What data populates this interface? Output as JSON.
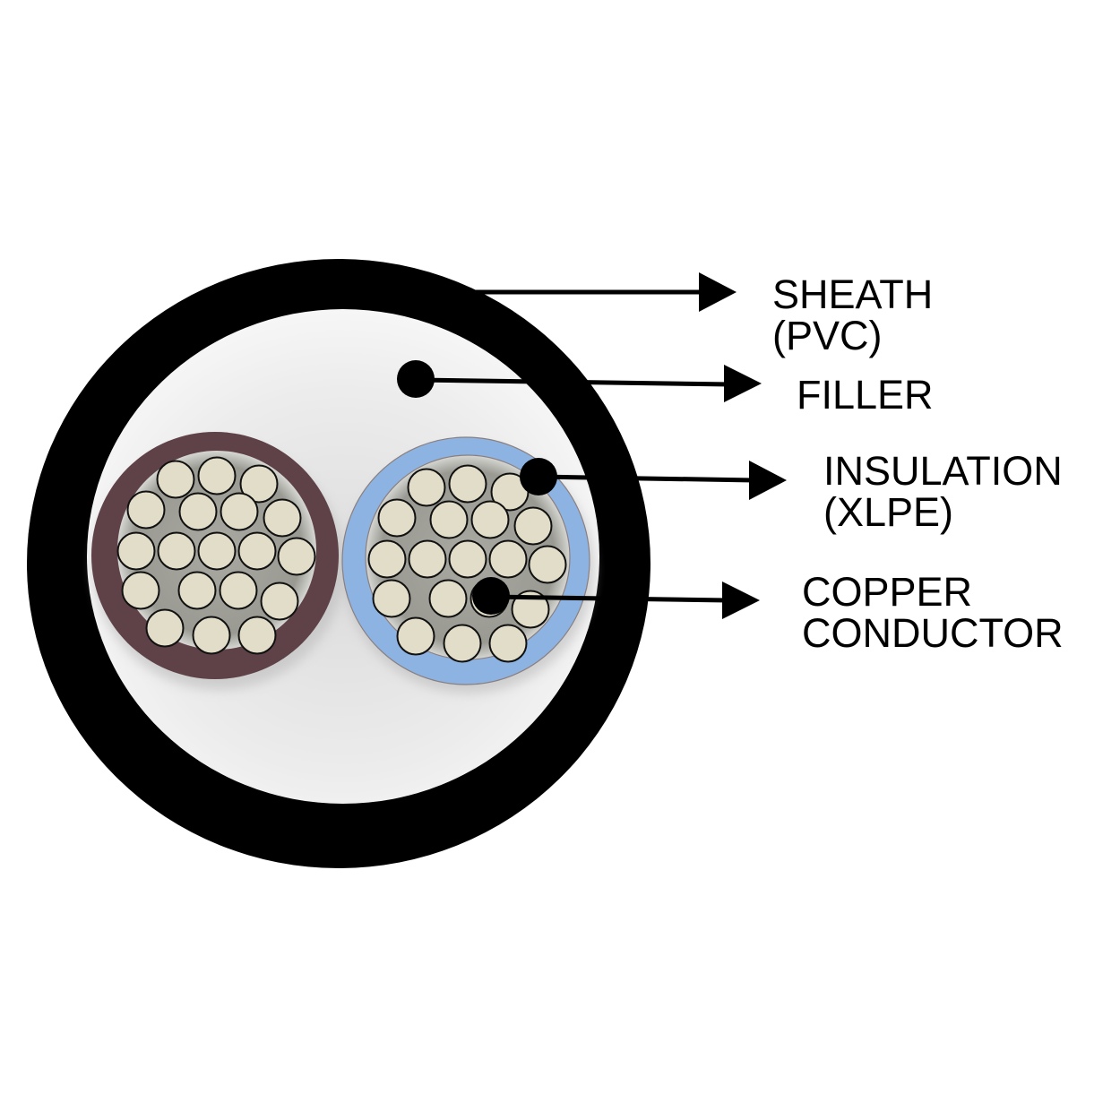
{
  "diagram": {
    "title": "Two-core cable cross-section",
    "colors": {
      "sheath": "#000000",
      "filler": "#eeeeee",
      "insulation_left": "#5e4248",
      "insulation_right": "#8db3e2",
      "strand_fill": "#e2ddc8",
      "strand_stroke": "#111111",
      "conductor_bg": "#9c9c94"
    },
    "cores": [
      {
        "name": "left-core",
        "strands": 19
      },
      {
        "name": "right-core",
        "strands": 19
      }
    ],
    "callouts": [
      {
        "id": "sheath",
        "lines": [
          "SHEATH",
          "(PVC)"
        ]
      },
      {
        "id": "filler",
        "lines": [
          "FILLER"
        ]
      },
      {
        "id": "insulation",
        "lines": [
          "INSULATION",
          "(XLPE)"
        ]
      },
      {
        "id": "conductor",
        "lines": [
          "COPPER",
          "CONDUCTOR"
        ]
      }
    ]
  }
}
